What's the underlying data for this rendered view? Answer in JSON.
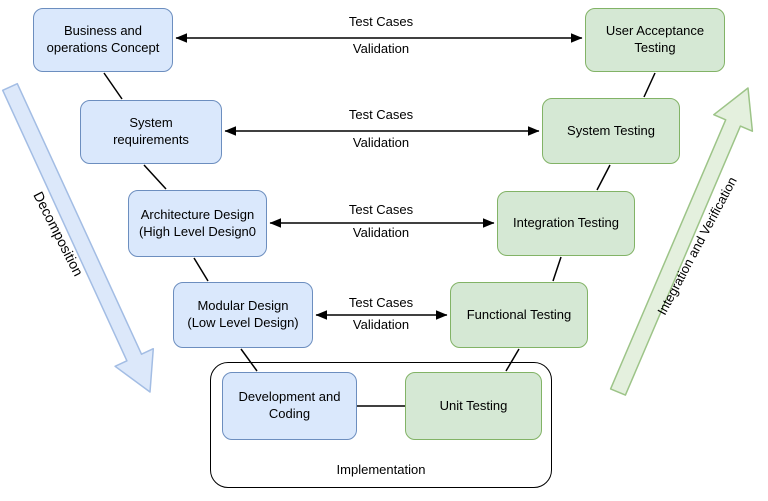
{
  "colors": {
    "blue_fill": "#dae8fc",
    "blue_border": "#6c8ebf",
    "green_fill": "#d5e8d4",
    "green_border": "#82b366",
    "arrow_blue_fill": "#dce8fa",
    "arrow_blue_border": "#a3bde4",
    "arrow_green_fill": "#e4f0de",
    "arrow_green_border": "#9dc488",
    "line": "#000000"
  },
  "nodes": [
    {
      "label": "Business and operations Concept"
    },
    {
      "label": "User Acceptance Testing"
    },
    {
      "label": "System requirements"
    },
    {
      "label": "System Testing"
    },
    {
      "label": "Architecture Design (High Level Design0"
    },
    {
      "label": "Integration Testing"
    },
    {
      "label": "Modular Design (Low Level Design)"
    },
    {
      "label": "Functional Testing"
    },
    {
      "label": "Development and Coding"
    },
    {
      "label": "Unit Testing"
    }
  ],
  "edge_labels": [
    {
      "top": "Test Cases",
      "bottom": "Validation"
    },
    {
      "top": "Test Cases",
      "bottom": "Validation"
    },
    {
      "top": "Test Cases",
      "bottom": "Validation"
    },
    {
      "top": "Test Cases",
      "bottom": "Validation"
    }
  ],
  "side_arrows": {
    "left_label": "Decomposition",
    "right_label": "Integration and Verification"
  },
  "implementation": {
    "label": "Implementation"
  }
}
